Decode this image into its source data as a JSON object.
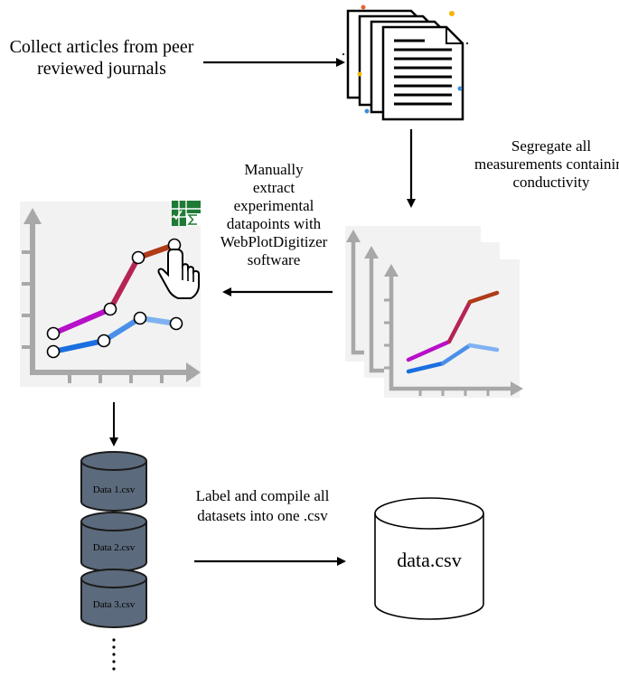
{
  "steps": {
    "collect": [
      "Collect articles from peer",
      "reviewed journals"
    ],
    "segregate": [
      "Segregate all",
      "measurements containing",
      "conductivity"
    ],
    "manual": [
      "Manually",
      "extract",
      "experimental",
      "datapoints with",
      "WebPlotDigitizer",
      "software"
    ],
    "compile": [
      "Label and compile all",
      "datasets into one .csv"
    ]
  },
  "files": {
    "items": [
      "Data 1.csv",
      "Data 2.csv",
      "Data 3.csv"
    ],
    "output": "data.csv"
  },
  "icons": {
    "documents": "document-stack-icon",
    "spreadsheet": "spreadsheet-sigma-icon",
    "pointer": "hand-pointer-icon"
  },
  "colors": {
    "purple": "#b80fc9",
    "crimson": "#b52453",
    "rust": "#b03b18",
    "blue": "#1a6fe0",
    "lightBlue": "#7fb2f2",
    "cylinder": "#5b6a7c",
    "axis": "#a8a8a8",
    "panel": "#f2f2f2",
    "sheetGreen": "#1f7a36"
  }
}
